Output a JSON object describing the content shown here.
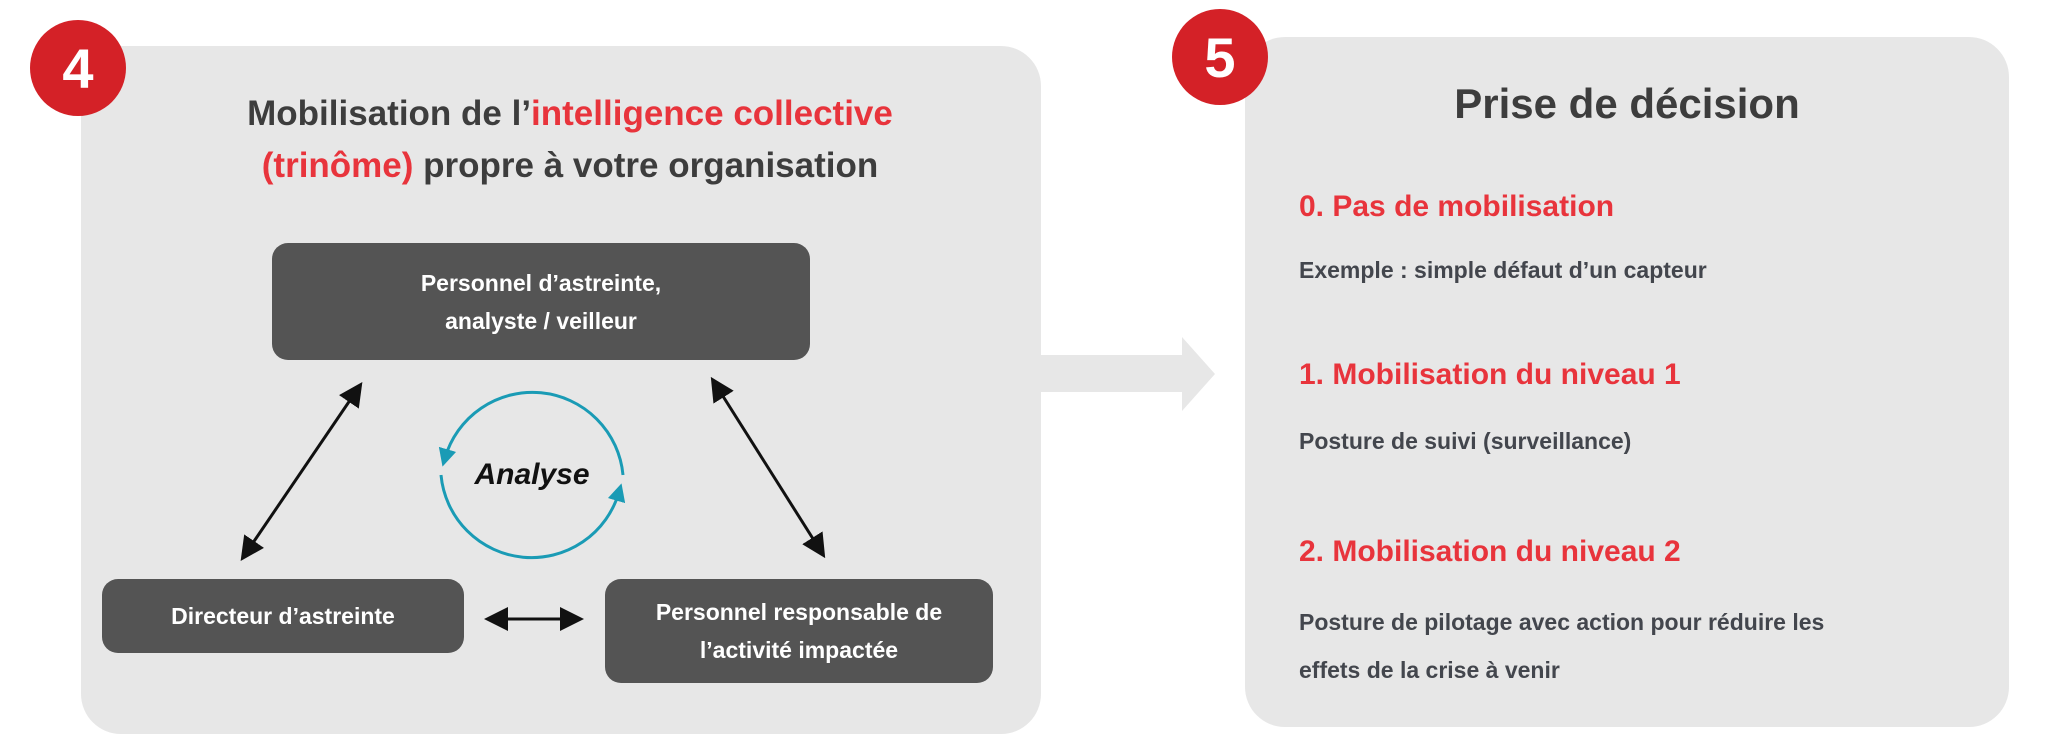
{
  "step4": {
    "badge": "4",
    "title_part1": "Mobilisation de l’",
    "title_highlight1": "intelligence collective",
    "title_highlight2": "(trinôme)",
    "title_part2": " propre à votre organisation",
    "top_box": {
      "line1": "Personnel d’astreinte,",
      "line2": "analyste / veilleur"
    },
    "left_box": "Directeur d’astreinte",
    "right_box": {
      "line1": "Personnel responsable de",
      "line2": "l’activité impactée"
    },
    "center_label": "Analyse"
  },
  "step5": {
    "badge": "5",
    "title": "Prise de décision",
    "levels": [
      {
        "heading": "0. Pas de mobilisation",
        "desc": "Exemple : simple défaut d’un capteur"
      },
      {
        "heading": "1. Mobilisation du niveau 1",
        "desc": "Posture de suivi (surveillance)"
      },
      {
        "heading": "2. Mobilisation du niveau 2",
        "desc": "Posture de pilotage avec action pour réduire les effets de la crise à venir"
      }
    ]
  },
  "colors": {
    "accent_red": "#d42127",
    "highlight_red": "#e8343c",
    "cycle_blue": "#1a9bb5",
    "box_dark": "#545454",
    "panel_gray": "#e7e7e7"
  }
}
